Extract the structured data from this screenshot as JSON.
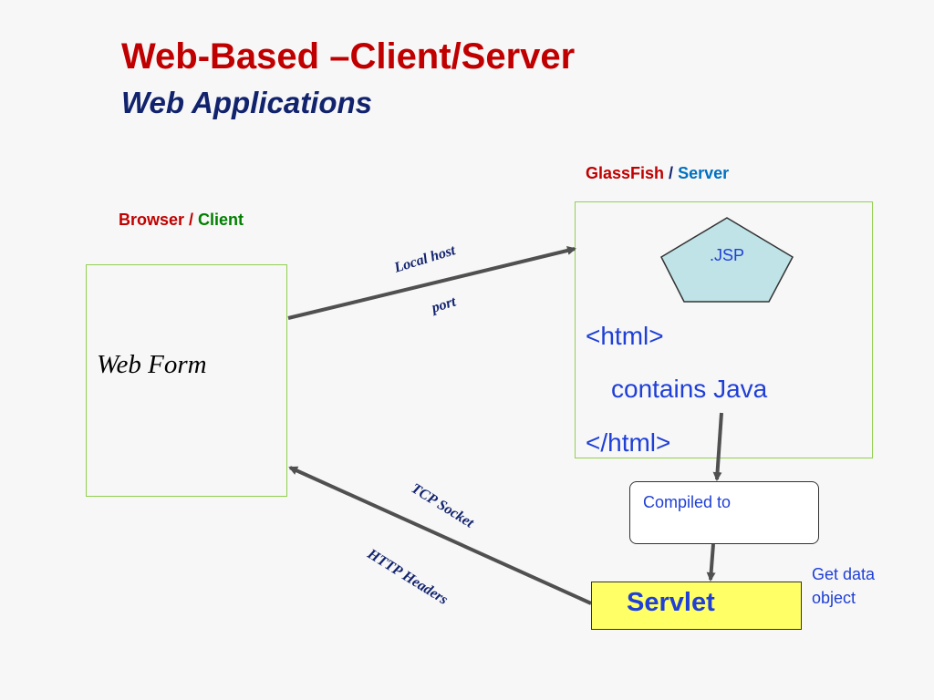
{
  "title": "Web-Based –Client/Server",
  "subtitle": "Web Applications",
  "client": {
    "label_part1": "Browser",
    "label_sep": " / ",
    "label_part2": "Client",
    "box_text": "Web Form"
  },
  "server": {
    "label_part1": "GlassFish",
    "label_sep": " / ",
    "label_part2": "Server",
    "jsp_label": ".JSP",
    "code_open": "<html>",
    "code_body": "contains Java",
    "code_close": "</html>"
  },
  "compiled_label": "Compiled to",
  "servlet_label": "Servlet",
  "get_data_label": "Get data object",
  "arrow_labels": {
    "local_host": "Local host",
    "port": "port",
    "tcp_socket": "TCP  Socket",
    "http_headers": "HTTP  Headers"
  },
  "colors": {
    "title": "#c00000",
    "subtitle": "#12236e",
    "box_border": "#92d050",
    "servlet_fill": "#ffff66",
    "jsp_fill": "#bfe3e6",
    "text_blue": "#1f3fd6"
  }
}
